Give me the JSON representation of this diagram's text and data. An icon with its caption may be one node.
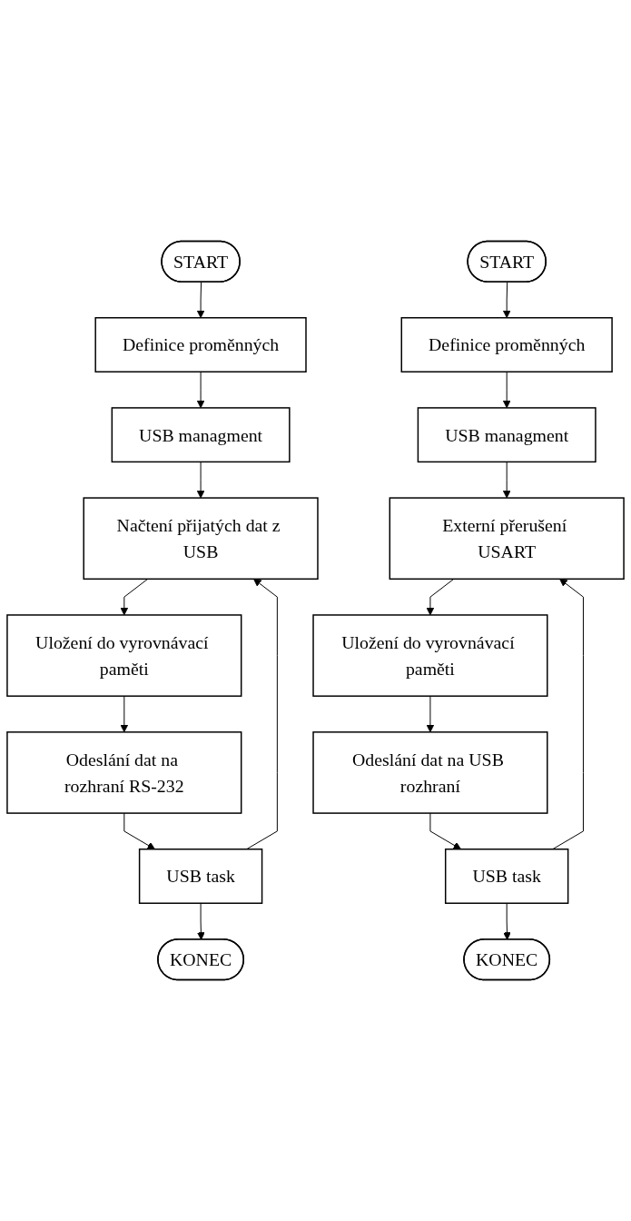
{
  "diagram": {
    "nodes": [
      {
        "text": [
          "START"
        ]
      },
      {
        "text": [
          "Definice proměnných"
        ]
      },
      {
        "text": [
          "USB managment"
        ]
      },
      {
        "text": [
          "Načtení přijatých dat z USB"
        ]
      },
      {
        "text": [
          "Uložení do vyrovnávací paměti"
        ]
      },
      {
        "text": [
          "Odeslání dat na rozhraní RS-232"
        ]
      },
      {
        "text": [
          "USB task"
        ]
      },
      {
        "text": [
          "KONEC"
        ]
      },
      {
        "text": [
          "START"
        ]
      },
      {
        "text": [
          "Definice proměnných"
        ]
      },
      {
        "text": [
          "USB managment"
        ]
      },
      {
        "text": [
          "Externí přerušení USART"
        ]
      },
      {
        "text": [
          "Uložení do vyrovnávací paměti"
        ]
      },
      {
        "text": [
          "Odeslání dat na USB rozhraní"
        ]
      },
      {
        "text": [
          "USB task"
        ]
      },
      {
        "text": [
          "KONEC"
        ]
      }
    ],
    "edges": [
      {
        "from": 0,
        "to": 1,
        "arrow": "to"
      },
      {
        "from": 1,
        "to": 2,
        "arrow": "to"
      },
      {
        "from": 2,
        "to": 3,
        "arrow": "to"
      },
      {
        "from": 3,
        "to": 4,
        "arrow": "to"
      },
      {
        "from": 4,
        "to": 5,
        "arrow": "to"
      },
      {
        "from": 5,
        "to": 6,
        "arrow": "to"
      },
      {
        "from": 6,
        "to": 7,
        "arrow": "to"
      },
      {
        "from": 6,
        "to": 3,
        "arrow": "to"
      },
      {
        "from": 8,
        "to": 9,
        "arrow": "to"
      },
      {
        "from": 9,
        "to": 10,
        "arrow": "to"
      },
      {
        "from": 10,
        "to": 11,
        "arrow": "to"
      },
      {
        "from": 11,
        "to": 12,
        "arrow": "to"
      },
      {
        "from": 12,
        "to": 13,
        "arrow": "to"
      },
      {
        "from": 13,
        "to": 14,
        "arrow": "to"
      },
      {
        "from": 14,
        "to": 15,
        "arrow": "to"
      },
      {
        "from": 14,
        "to": 11,
        "arrow": "to"
      }
    ]
  }
}
